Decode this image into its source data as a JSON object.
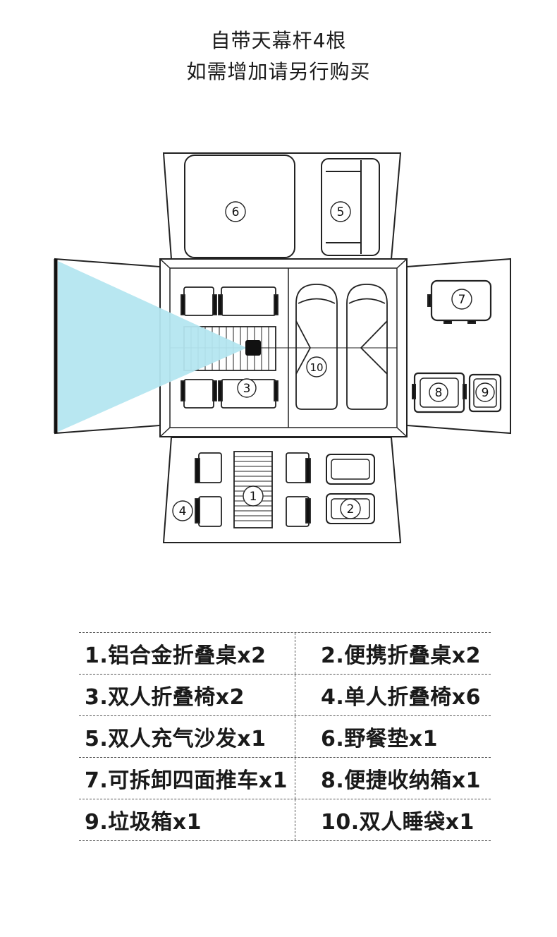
{
  "header": {
    "line1": "自带天幕杆4根",
    "line2": "如需增加请另行购买"
  },
  "markers": {
    "m1": "①",
    "m2": "②",
    "m3": "③",
    "m4": "④",
    "m5": "⑤",
    "m6": "⑥",
    "m7": "⑦",
    "m8": "⑧",
    "m9": "⑨",
    "m10": "⑩"
  },
  "legend": {
    "rows": [
      [
        "1.铝合金折叠桌x2",
        "2.便携折叠桌x2"
      ],
      [
        "3.双人折叠椅x2",
        "4.单人折叠椅x6"
      ],
      [
        "5.双人充气沙发x1",
        "6.野餐垫x1"
      ],
      [
        "7.可拆卸四面推车x1",
        "8.便捷收纳箱x1"
      ],
      [
        "9.垃圾箱x1",
        "10.双人睡袋x1"
      ]
    ]
  },
  "colors": {
    "projector_beam": "#b4e6f0",
    "line": "#222222"
  }
}
